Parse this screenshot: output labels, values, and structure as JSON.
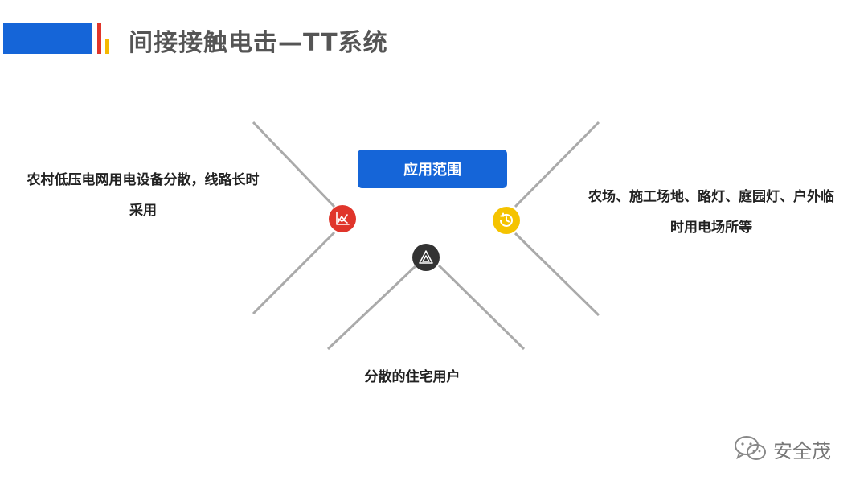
{
  "header": {
    "title": "间接接触电击—TT系统"
  },
  "center": {
    "label": "应用范围"
  },
  "items": [
    {
      "text": "农村低压电网用电设备分散，线路长时采用",
      "icon": "chart-icon",
      "color": "#e0352b"
    },
    {
      "text": "农场、施工场地、路灯、庭园灯、户外临时用电场所等",
      "icon": "clock-icon",
      "color": "#f5c300"
    },
    {
      "text": "分散的住宅用户",
      "icon": "triangle-icon",
      "color": "#333333"
    }
  ],
  "watermark": {
    "text": "安全茂",
    "icon": "wechat-icon"
  },
  "colors": {
    "accent": "#1565d8",
    "red": "#e0352b",
    "yellow": "#f5b800"
  }
}
